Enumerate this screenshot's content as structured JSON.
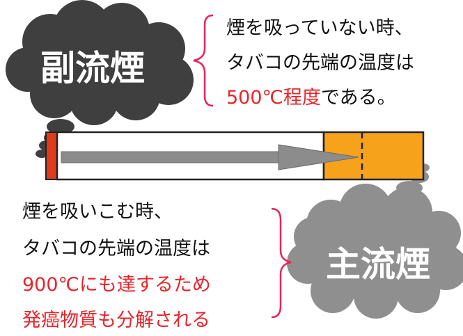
{
  "sidestream": {
    "label": "副流煙",
    "line1": "煙を吸っていない時、",
    "line2": "タバコの先端の温度は",
    "line3_red": "500℃程度",
    "line3_black": "である。"
  },
  "mainstream": {
    "label": "主流煙",
    "line1": "煙を吸いこむ時、",
    "line2": "タバコの先端の温度は",
    "line3_red": "900℃にも達するため",
    "line4_red": "発癌物質も分解される"
  },
  "colors": {
    "side_cloud": "#3f3f3f",
    "main_cloud": "#8f8f8f",
    "tip": "#f7a21b",
    "ember": "#e03a1d",
    "arrow": "#8c8c8c",
    "brace": "#e8245a",
    "text_red": "#e8242a"
  }
}
